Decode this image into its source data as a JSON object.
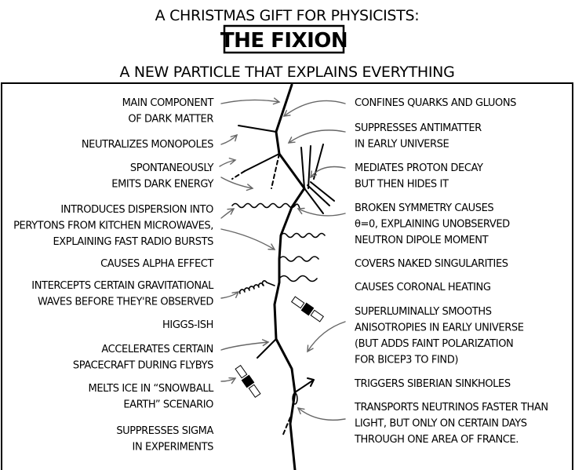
{
  "header": {
    "title": "A CHRISTMAS GIFT FOR PHYSICISTS:",
    "name": "THE FIXION",
    "subtitle": "A NEW PARTICLE THAT EXPLAINS EVERYTHING"
  },
  "left_labels": [
    [
      "MAIN COMPONENT",
      "OF DARK MATTER"
    ],
    [
      "NEUTRALIZES MONOPOLES"
    ],
    [
      "SPONTANEOUSLY",
      "EMITS DARK ENERGY"
    ],
    [
      "INTRODUCES DISPERSION INTO",
      "PERYTONS FROM KITCHEN MICROWAVES,",
      "EXPLAINING FAST RADIO BURSTS"
    ],
    [
      "CAUSES ALPHA EFFECT"
    ],
    [
      "INTERCEPTS CERTAIN GRAVITATIONAL",
      "WAVES BEFORE THEY'RE OBSERVED"
    ],
    [
      "HIGGS-ISH"
    ],
    [
      "ACCELERATES CERTAIN",
      "SPACECRAFT DURING FLYBYS"
    ],
    [
      "MELTS ICE IN “SNOWBALL",
      "EARTH” SCENARIO"
    ],
    [
      "SUPPRESSES SIGMA",
      "IN EXPERIMENTS"
    ]
  ],
  "right_labels": [
    [
      "CONFINES QUARKS AND GLUONS"
    ],
    [
      "SUPPRESSES ANTIMATTER",
      "IN EARLY UNIVERSE"
    ],
    [
      "MEDIATES PROTON DECAY",
      "BUT THEN HIDES IT"
    ],
    [
      "BROKEN SYMMETRY CAUSES",
      "θ=0, EXPLAINING UNOBSERVED",
      "NEUTRON DIPOLE MOMENT"
    ],
    [
      "COVERS NAKED SINGULARITIES"
    ],
    [
      "CAUSES CORONAL HEATING"
    ],
    [
      "SUPERLUMINALLY SMOOTHS",
      "ANISOTROPIES IN EARLY UNIVERSE",
      "(BUT ADDS FAINT POLARIZATION",
      "FOR BICEP3 TO FIND)"
    ],
    [
      "TRIGGERS SIBERIAN SINKHOLES"
    ],
    [
      "TRANSPORTS NEUTRINOS FASTER THAN",
      "LIGHT, BUT ONLY ON CERTAIN DAYS",
      "THROUGH ONE AREA OF FRANCE."
    ]
  ]
}
